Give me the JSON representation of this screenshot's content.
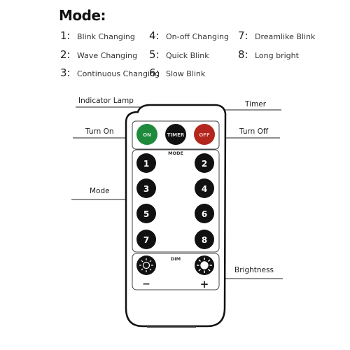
{
  "title": "Mode:",
  "modes": [
    {
      "num": "1:",
      "label": "Blink Changing"
    },
    {
      "num": "2:",
      "label": "Wave Changing"
    },
    {
      "num": "3:",
      "label": "Continuous Changing"
    },
    {
      "num": "4:",
      "label": "On-off Changing"
    },
    {
      "num": "5:",
      "label": "Quick Blink"
    },
    {
      "num": "6:",
      "label": "Slow Blink"
    },
    {
      "num": "7:",
      "label": "Dreamlike Blink"
    },
    {
      "num": "8:",
      "label": "Long bright"
    }
  ],
  "callouts": {
    "indicator": "Indicator Lamp",
    "timer": "Timer",
    "turn_on": "Turn On",
    "turn_off": "Turn Off",
    "mode": "Mode",
    "brightness": "Brightness"
  },
  "remote": {
    "on_label": "ON",
    "timer_label": "TIMER",
    "off_label": "OFF",
    "mode_label": "MODE",
    "dim_label": "DIM",
    "mode_buttons": [
      "1",
      "2",
      "3",
      "4",
      "5",
      "6",
      "7",
      "8"
    ],
    "minus": "−",
    "plus": "+"
  },
  "colors": {
    "on_button": "#1f8a3c",
    "off_button": "#b3261e",
    "dark_button": "#111111",
    "outline": "#1a1a1a"
  }
}
